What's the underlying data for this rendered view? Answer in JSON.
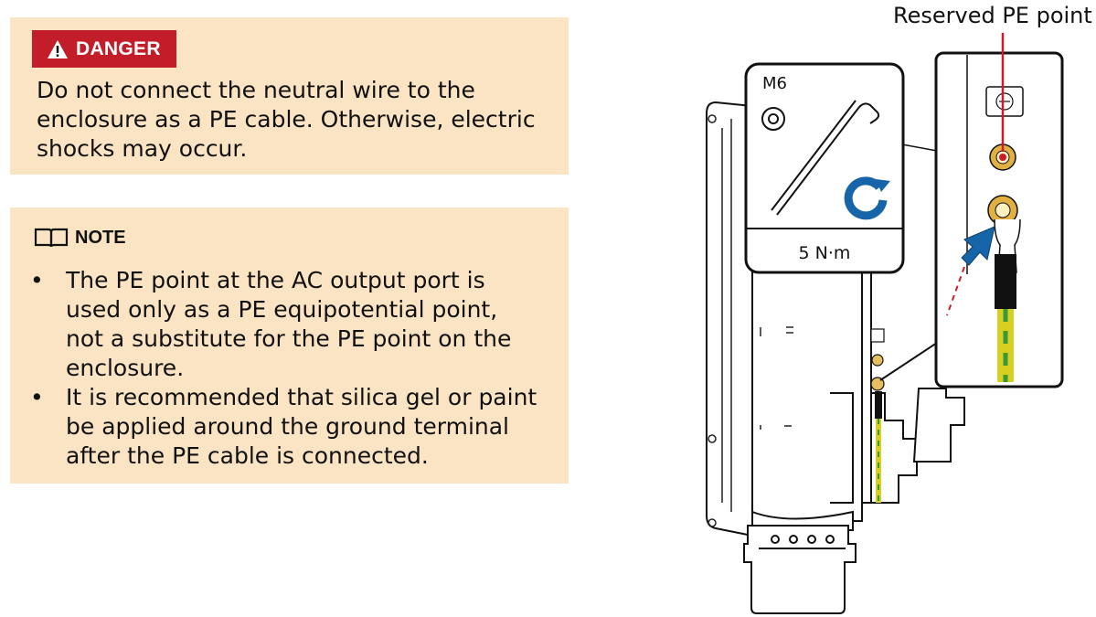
{
  "danger": {
    "badge": "DANGER",
    "text": "Do not connect the neutral wire to the enclosure as a PE cable. Otherwise, electric shocks may occur."
  },
  "note": {
    "heading": "NOTE",
    "items": [
      "The PE point at the AC output port is used only as a PE equipotential point, not a substitute for the PE point on the enclosure.",
      "It is recommended that silica gel or paint be applied around the ground terminal after the PE cable is connected."
    ]
  },
  "diagram": {
    "callout": "Reserved PE point",
    "tool_size": "M6",
    "torque": "5 N·m"
  },
  "colors": {
    "danger_red": "#c41d2a",
    "box_background": "#fae4c3",
    "arrow_blue": "#1565a8",
    "callout_red": "#d01a2a",
    "ground_yellow": "#d8d020",
    "ground_green": "#3a9a3a"
  }
}
